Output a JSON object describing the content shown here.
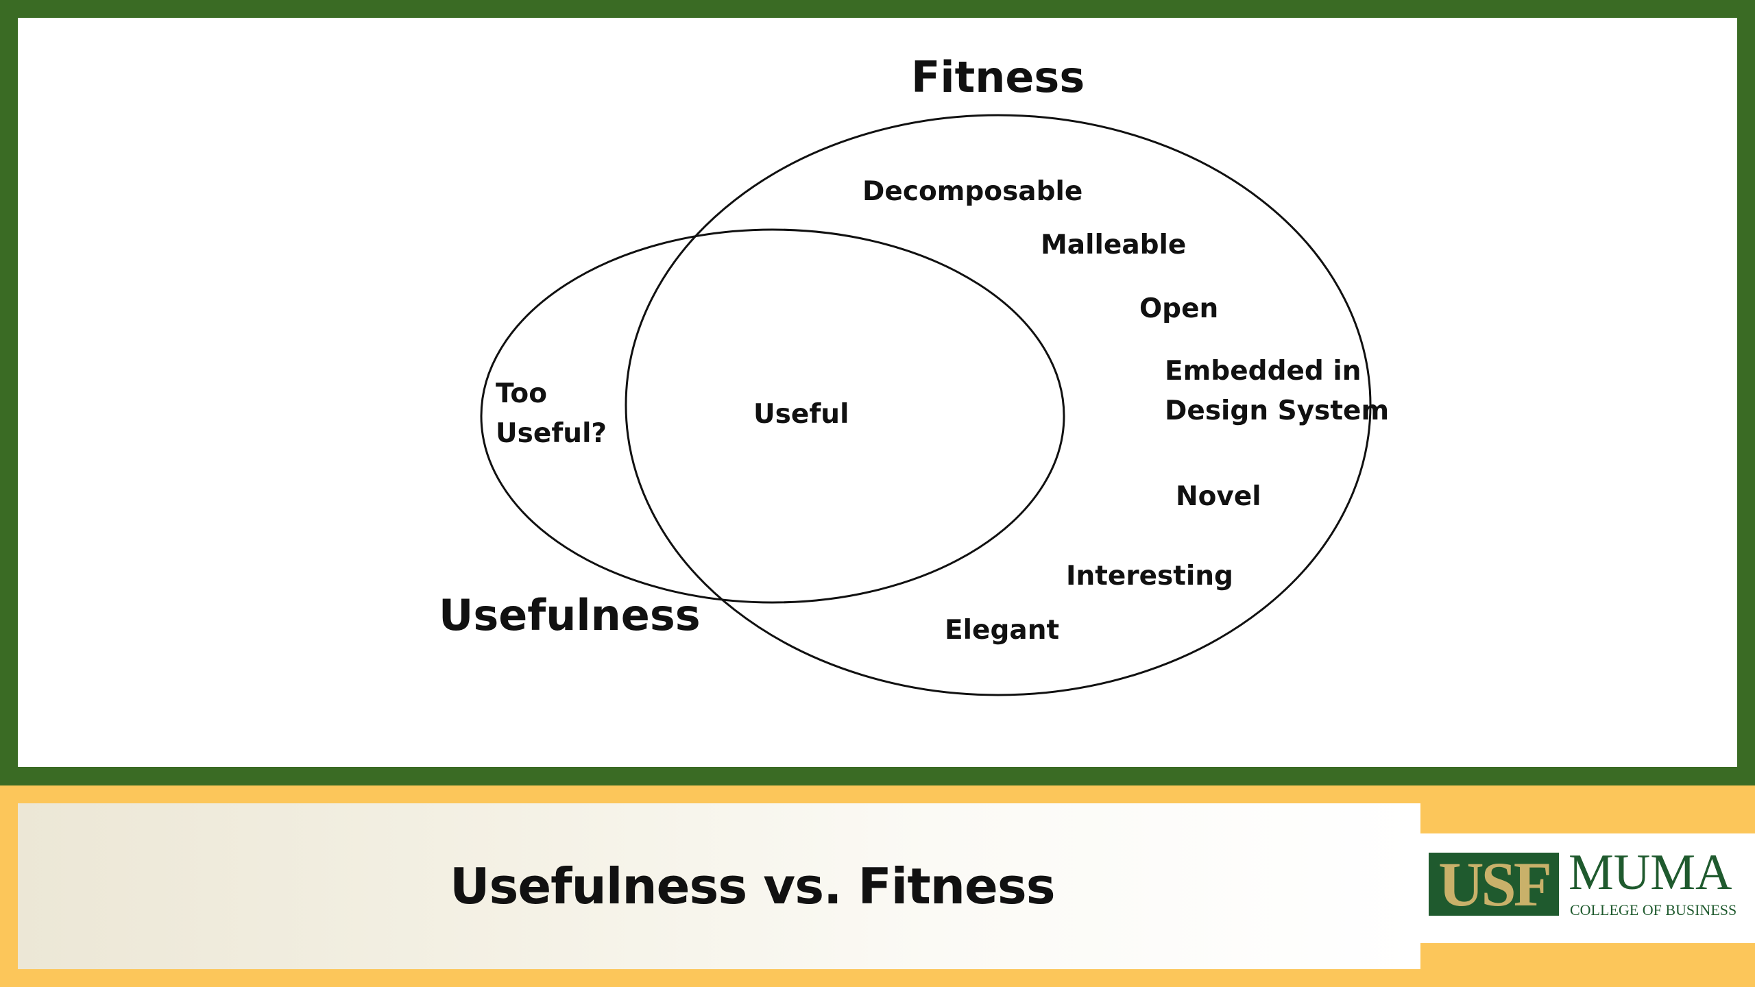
{
  "diagram": {
    "fitness_title": "Fitness",
    "usefulness_title": "Usefulness",
    "overlap_label": "Useful",
    "usefulness_only_label": [
      "Too",
      "Useful?"
    ],
    "fitness_items": [
      "Decomposable",
      "Malleable",
      "Open",
      [
        "Embedded in",
        "Design System"
      ],
      "Novel",
      "Interesting",
      "Elegant"
    ]
  },
  "footer": {
    "title": "Usefulness vs. Fitness",
    "logo": {
      "usf": "USF",
      "muma": "MUMA",
      "college": "COLLEGE OF BUSINESS"
    }
  },
  "colors": {
    "frame_green": "#3a6b24",
    "footer_gold": "#fcc65a",
    "logo_green": "#1f5a2e",
    "logo_gold": "#c9b16a"
  }
}
